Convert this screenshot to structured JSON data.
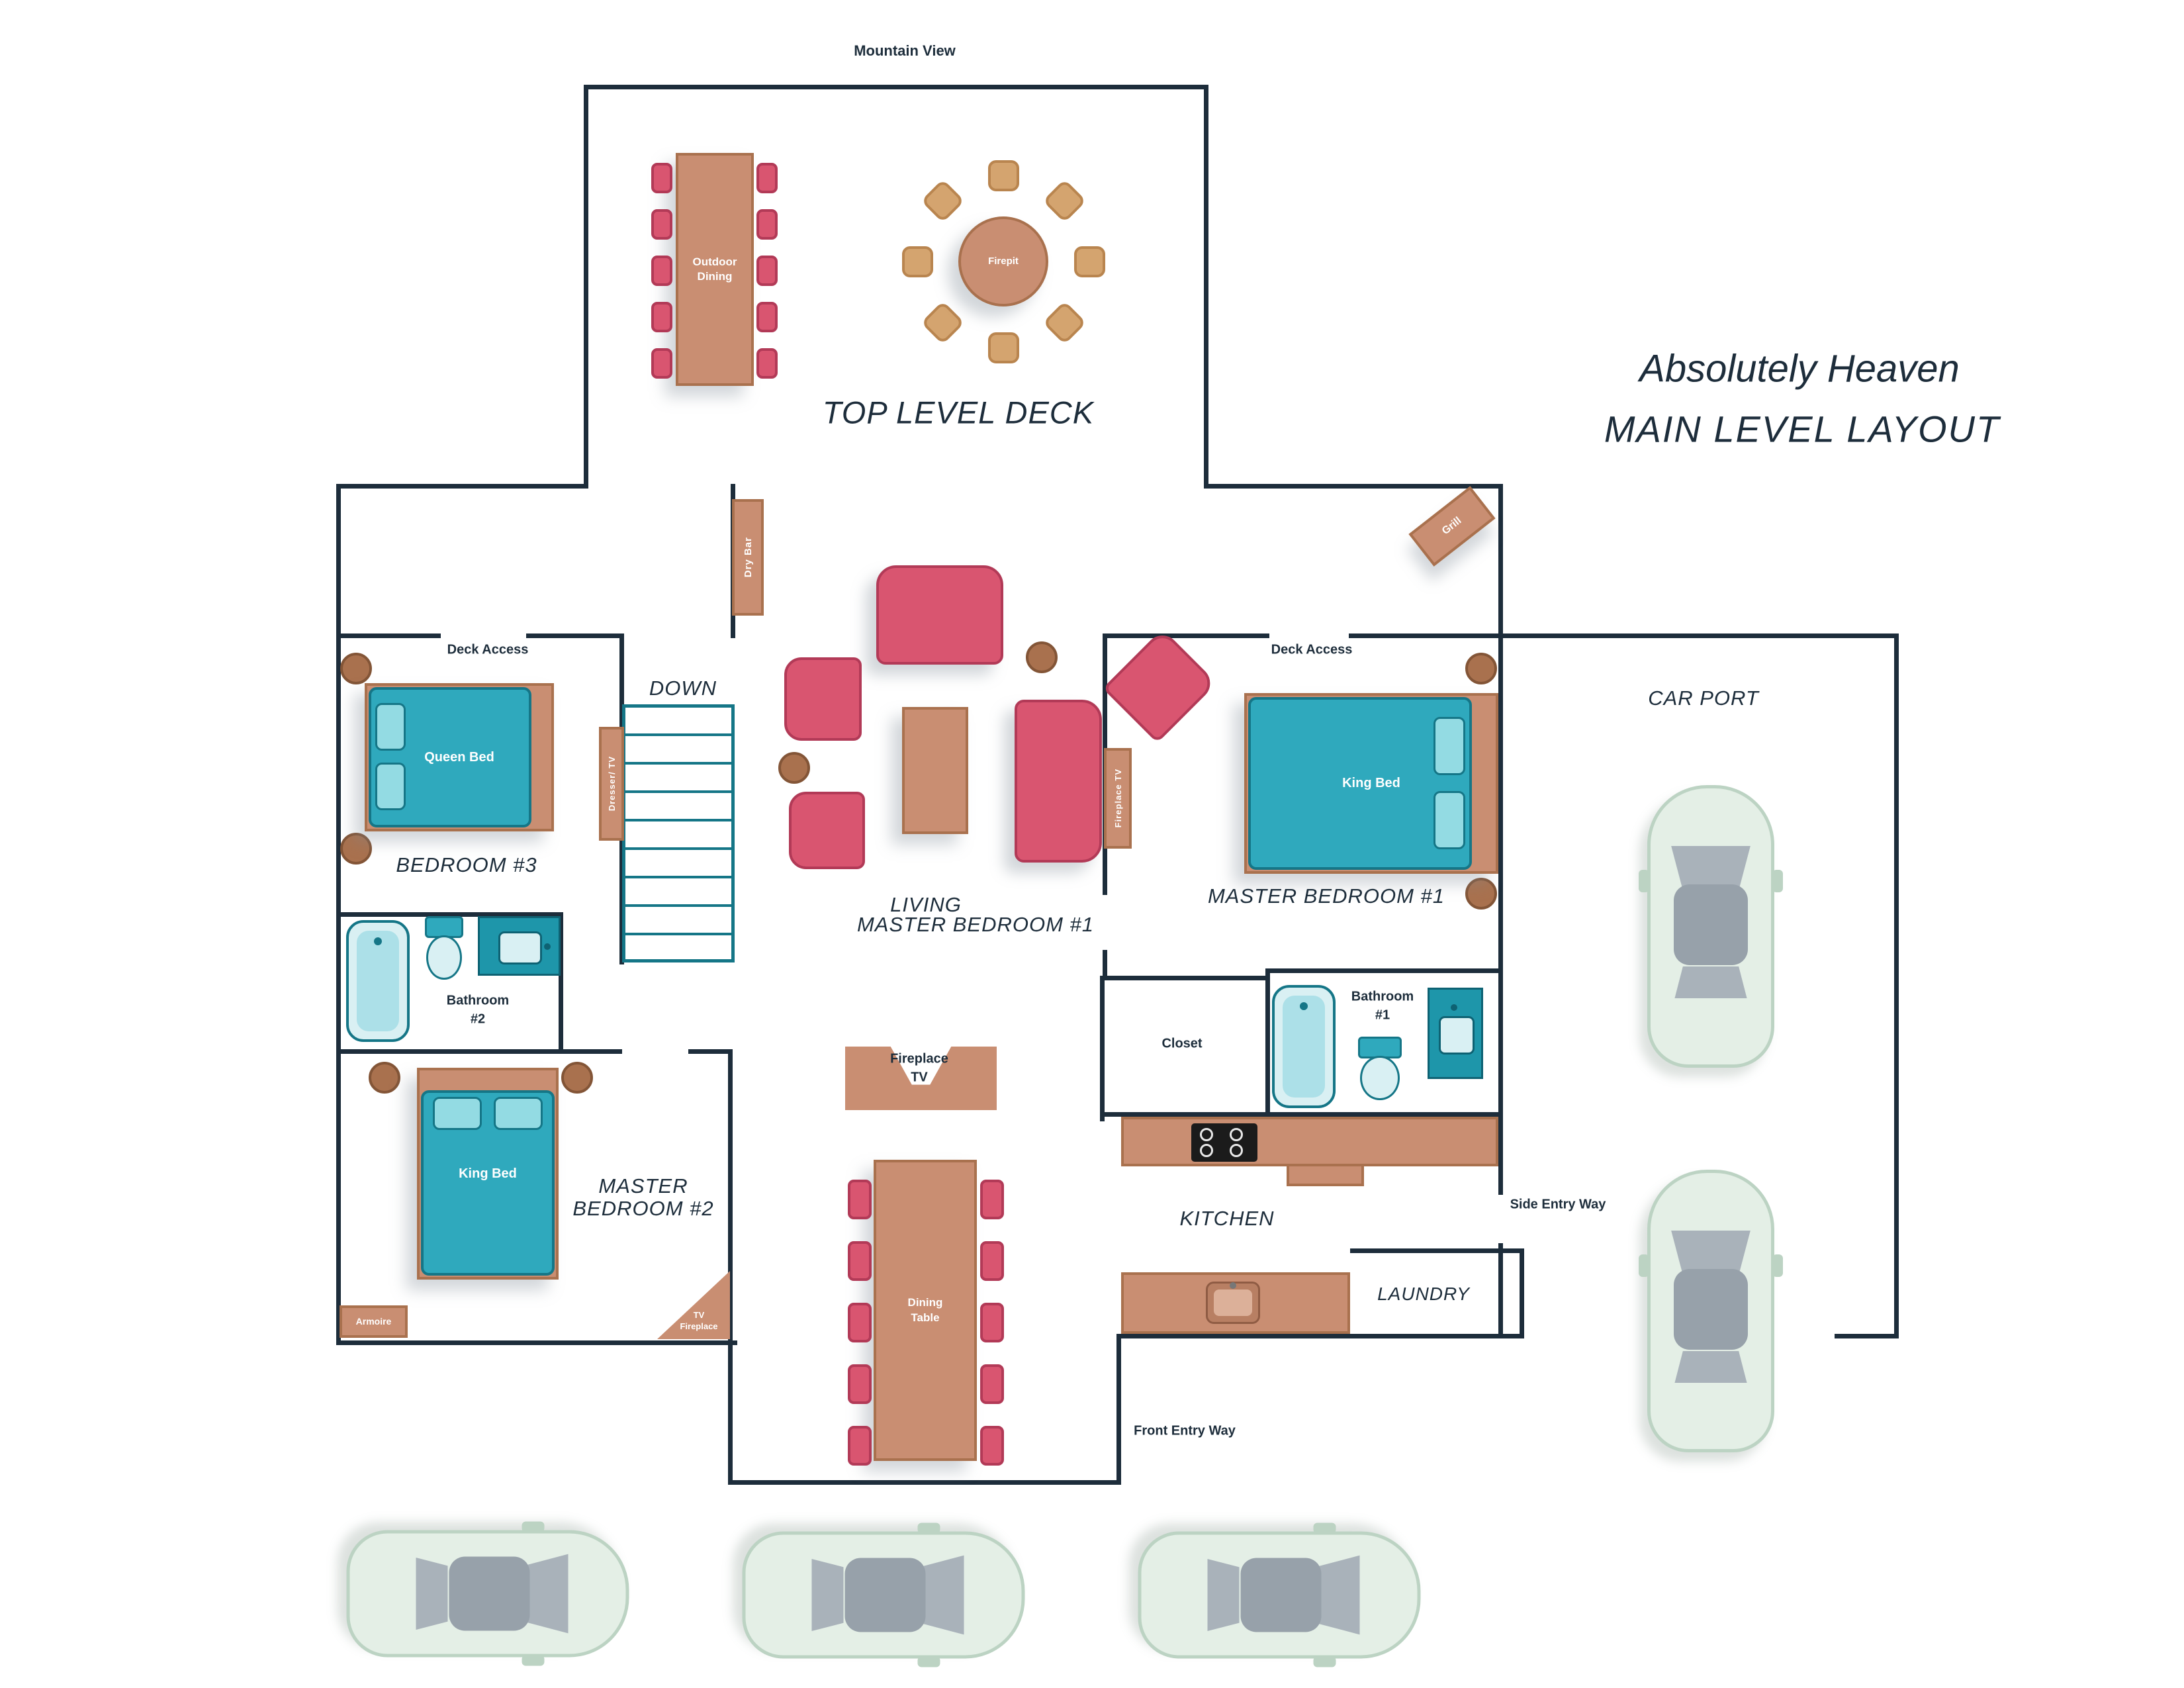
{
  "title": {
    "name": "Absolutely Heaven",
    "subtitle": "MAIN LEVEL LAYOUT"
  },
  "areas": {
    "mountain_view": "Mountain View",
    "top_level_deck": "TOP LEVEL DECK",
    "car_port": "CAR PORT",
    "bedroom3": "BEDROOM #3",
    "down": "DOWN",
    "living_l1": "LIVING",
    "living_l2": "MASTER BEDROOM #1",
    "master_bedroom1": "MASTER BEDROOM #1",
    "master_bedroom2_l1": "MASTER",
    "master_bedroom2_l2": "BEDROOM #2",
    "kitchen": "KITCHEN",
    "laundry": "LAUNDRY",
    "closet": "Closet",
    "bathroom1_l1": "Bathroom",
    "bathroom1_l2": "#1",
    "bathroom2_l1": "Bathroom",
    "bathroom2_l2": "#2",
    "deck_access": "Deck Access",
    "side_entry": "Side Entry Way",
    "front_entry": "Front Entry Way"
  },
  "furniture": {
    "outdoor_dining_l1": "Outdoor",
    "outdoor_dining_l2": "Dining",
    "firepit": "Firepit",
    "grill": "Grill",
    "dry_bar": "Dry Bar",
    "dresser_tv": "Dresser/ TV",
    "queen_bed": "Queen Bed",
    "king_bed_1": "King Bed",
    "king_bed_2": "King Bed",
    "armoire": "Armoire",
    "tv_fireplace_l1": "TV",
    "tv_fireplace_l2": "Fireplace",
    "fireplace_tv_wall": "Fireplace TV",
    "fireplace_tv_l1": "Fireplace",
    "fireplace_tv_l2": "TV",
    "dining_l1": "Dining",
    "dining_l2": "Table"
  },
  "colors": {
    "wall": "#1d2d3b",
    "ink": "#1d2d3b",
    "tan": "#c98e72",
    "tanDark": "#a9714e",
    "rose": "#d95570",
    "roseDark": "#b23a57",
    "teal": "#2fa9bd",
    "tealDark": "#157687",
    "tealLight": "#93dbe3",
    "fixtureLight": "#d9f0f3",
    "counterTeal": "#1e96aa",
    "brown": "#a9714e",
    "brownDark": "#835537",
    "chairTan": "#d4a46f",
    "chairTanDark": "#b9854f",
    "carBody": "#e4efe6",
    "carEdge": "#bcd3c3",
    "glass": "#a9b2ba",
    "roof": "#97a1aa"
  }
}
